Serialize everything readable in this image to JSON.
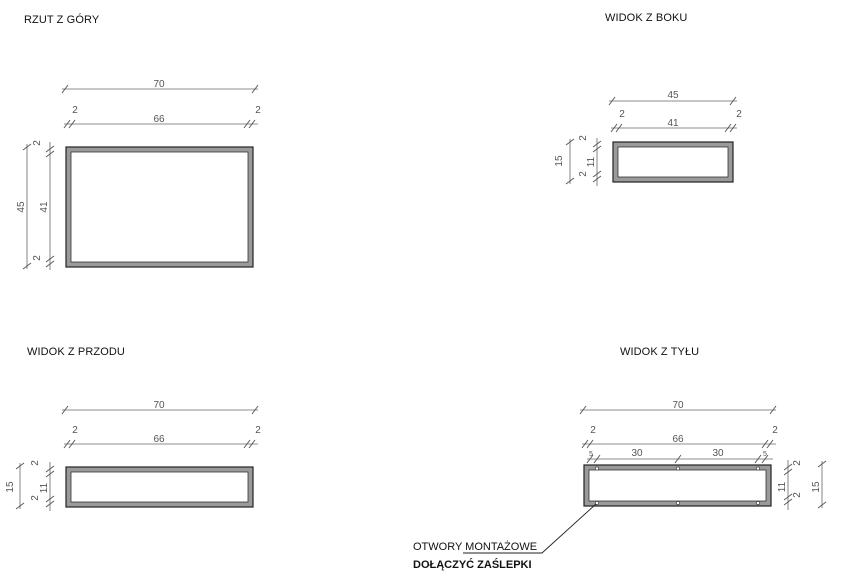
{
  "views": {
    "top": {
      "title": "RZUT Z GÓRY",
      "overall_width": "70",
      "inner_width": "66",
      "wall_left": "2",
      "wall_right": "2",
      "overall_height": "45",
      "inner_height": "41",
      "wall_top": "2",
      "wall_bottom": "2"
    },
    "side": {
      "title": "WIDOK Z BOKU",
      "overall_width": "45",
      "inner_width": "41",
      "wall_left": "2",
      "wall_right": "2",
      "overall_height": "15",
      "inner_height": "11",
      "wall_top": "2",
      "wall_bottom": "2"
    },
    "front": {
      "title": "WIDOK Z PRZODU",
      "overall_width": "70",
      "inner_width": "66",
      "wall_left": "2",
      "wall_right": "2",
      "overall_height": "15",
      "inner_height": "11",
      "wall_top": "2",
      "wall_bottom": "2"
    },
    "back": {
      "title": "WIDOK Z TYŁU",
      "overall_width": "70",
      "inner_width": "66",
      "wall_left": "2",
      "wall_right": "2",
      "hole_edge_left": "5",
      "hole_spacing_1": "30",
      "hole_spacing_2": "30",
      "hole_edge_right": "5",
      "overall_height": "15",
      "inner_height": "11",
      "wall_top": "2",
      "wall_bottom": "2"
    }
  },
  "notes": {
    "mounting_holes": "OTWORY MONTAŻOWE",
    "caps": "DOŁĄCZYĆ ZAŚLEPKI"
  }
}
